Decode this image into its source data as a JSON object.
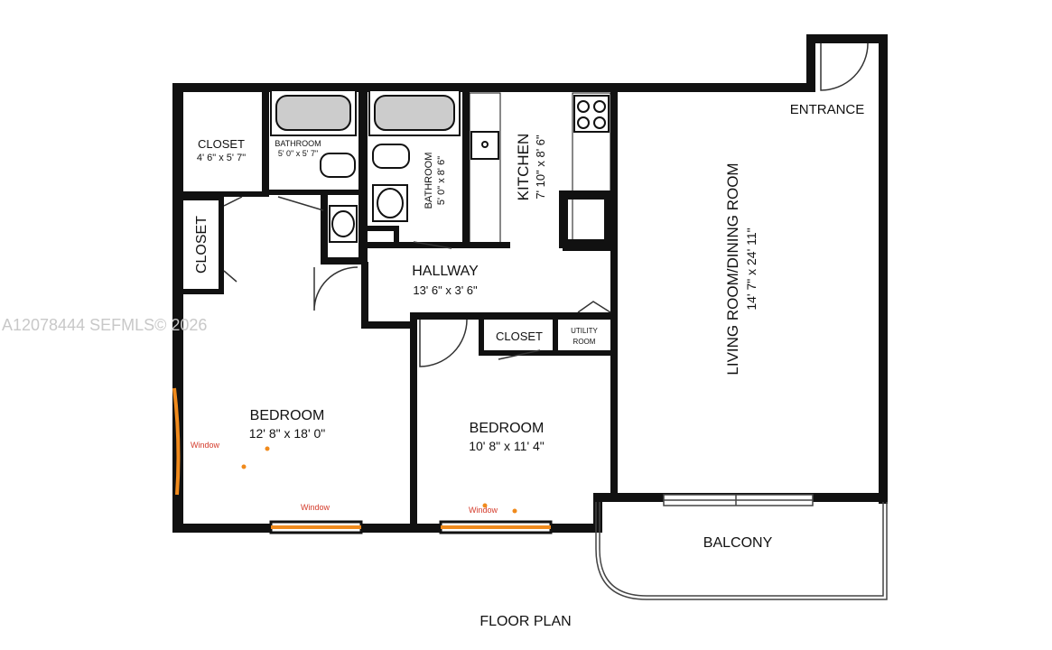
{
  "watermark": "A12078444  SEFMLS© 2026",
  "caption": "FLOOR PLAN",
  "rooms": {
    "closet1": {
      "name": "CLOSET",
      "dims": "4' 6\" x 5' 7\""
    },
    "bath1": {
      "name": "BATHROOM",
      "dims": "5' 0\" x 5' 7\""
    },
    "bath2": {
      "name": "BATHROOM",
      "dims": "5' 0\" x 8' 6\""
    },
    "kitchen": {
      "name": "KITCHEN",
      "dims": "7' 10\" x 8' 6\""
    },
    "entrance": {
      "name": "ENTRANCE"
    },
    "closet2": {
      "name": "CLOSET"
    },
    "hallway": {
      "name": "HALLWAY",
      "dims": "13' 6\" x 3' 6\""
    },
    "closet3": {
      "name": "CLOSET"
    },
    "utility": {
      "line1": "UTILITY",
      "line2": "ROOM"
    },
    "living": {
      "name": "LIVING ROOM/DINING ROOM",
      "dims": "14' 7\" x 24' 11\""
    },
    "bedroom1": {
      "name": "BEDROOM",
      "dims": "12' 8\" x 18' 0\""
    },
    "bedroom2": {
      "name": "BEDROOM",
      "dims": "10' 8\" x 11' 4\""
    },
    "balcony": {
      "name": "BALCONY"
    }
  },
  "window_notes": [
    "Window",
    "Window",
    "Window"
  ],
  "colors": {
    "wall": "#111111",
    "window_mark": "#f08a1c",
    "note_text": "#d43a2a",
    "watermark": "#c8c8c8"
  }
}
